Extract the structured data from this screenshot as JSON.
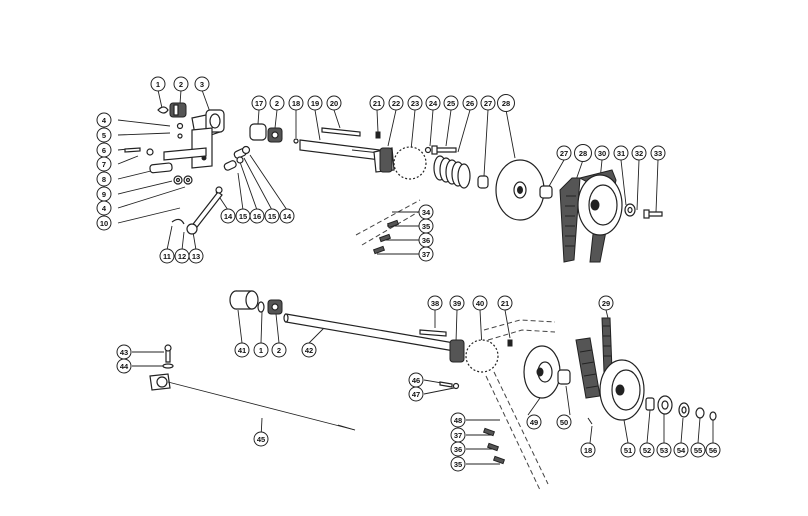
{
  "highlight_color": "#b5cc3c",
  "callouts": [
    {
      "label": "1"
    },
    {
      "label": "2"
    },
    {
      "label": "3"
    },
    {
      "label": "4"
    },
    {
      "label": "5"
    },
    {
      "label": "6"
    },
    {
      "label": "7"
    },
    {
      "label": "8"
    },
    {
      "label": "9"
    },
    {
      "label": "4"
    },
    {
      "label": "10"
    },
    {
      "label": "11"
    },
    {
      "label": "12"
    },
    {
      "label": "13"
    },
    {
      "label": "14"
    },
    {
      "label": "15"
    },
    {
      "label": "16"
    },
    {
      "label": "15"
    },
    {
      "label": "14"
    },
    {
      "label": "17"
    },
    {
      "label": "2"
    },
    {
      "label": "18"
    },
    {
      "label": "19"
    },
    {
      "label": "20"
    },
    {
      "label": "21"
    },
    {
      "label": "22"
    },
    {
      "label": "23"
    },
    {
      "label": "24"
    },
    {
      "label": "25"
    },
    {
      "label": "26"
    },
    {
      "label": "27"
    },
    {
      "label": "28",
      "highlight": true
    },
    {
      "label": "34"
    },
    {
      "label": "35"
    },
    {
      "label": "36"
    },
    {
      "label": "37"
    },
    {
      "label": "27"
    },
    {
      "label": "28",
      "highlight": true
    },
    {
      "label": "30"
    },
    {
      "label": "31"
    },
    {
      "label": "32"
    },
    {
      "label": "33"
    },
    {
      "label": "38"
    },
    {
      "label": "39"
    },
    {
      "label": "40"
    },
    {
      "label": "21"
    },
    {
      "label": "29"
    },
    {
      "label": "41"
    },
    {
      "label": "1"
    },
    {
      "label": "2"
    },
    {
      "label": "42"
    },
    {
      "label": "43"
    },
    {
      "label": "44"
    },
    {
      "label": "45"
    },
    {
      "label": "46"
    },
    {
      "label": "47"
    },
    {
      "label": "48"
    },
    {
      "label": "37"
    },
    {
      "label": "36"
    },
    {
      "label": "35"
    },
    {
      "label": "49"
    },
    {
      "label": "50"
    },
    {
      "label": "18"
    },
    {
      "label": "51"
    },
    {
      "label": "52"
    },
    {
      "label": "53"
    },
    {
      "label": "54"
    },
    {
      "label": "55"
    },
    {
      "label": "56"
    }
  ]
}
